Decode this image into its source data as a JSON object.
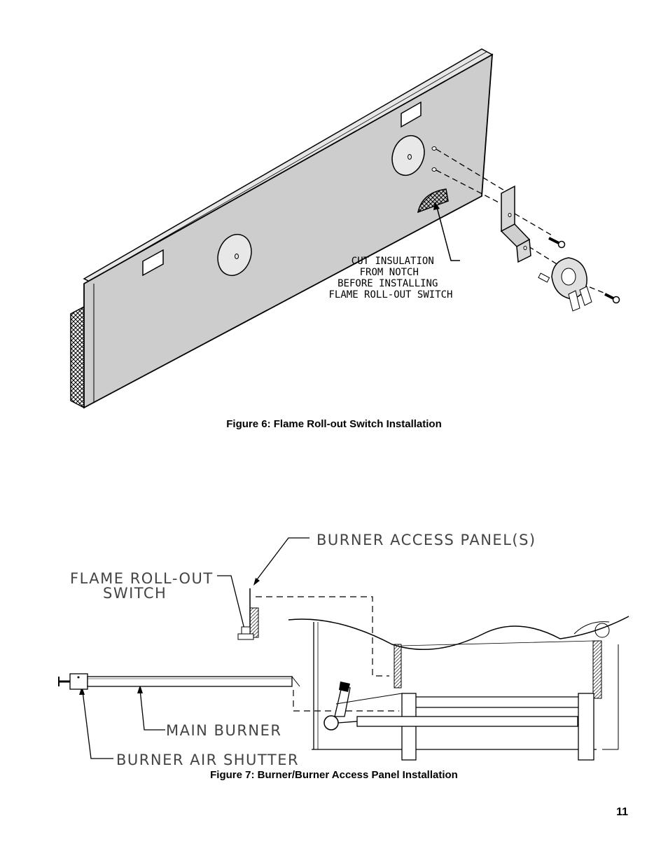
{
  "figure6": {
    "label_lines": [
      "CUT INSULATION",
      "FROM NOTCH",
      "BEFORE INSTALLING",
      "FLAME ROLL-OUT SWITCH"
    ],
    "caption": "Figure 6:  Flame Roll-out Switch Installation"
  },
  "figure7": {
    "label_access_panel": "BURNER ACCESS PANEL(S)",
    "label_rollout_line1": "FLAME ROLL-OUT",
    "label_rollout_line2": "SWITCH",
    "label_main_burner": "MAIN BURNER",
    "label_air_shutter": "BURNER AIR SHUTTER",
    "caption": "Figure 7:  Burner/Burner Access Panel Installation"
  },
  "page_number": "11"
}
